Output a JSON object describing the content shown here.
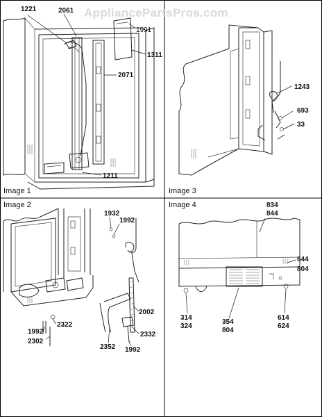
{
  "watermark": "AppliancePartsPros.com",
  "panels": [
    {
      "caption": "Image 1",
      "labels": [
        "1221",
        "2061",
        "1991",
        "1311",
        "2071",
        "1211"
      ]
    },
    {
      "caption": "Image 3",
      "labels": [
        "1243",
        "693",
        "33"
      ]
    },
    {
      "caption": "Image 2",
      "labels": [
        "1932",
        "1992",
        "2002",
        "2322",
        "1992",
        "2302",
        "2352",
        "2332",
        "1992"
      ]
    },
    {
      "caption": "Image 4",
      "labels": [
        "834",
        "844",
        "644",
        "804",
        "314",
        "324",
        "354",
        "804",
        "614",
        "624"
      ]
    }
  ],
  "colors": {
    "line": "#222222",
    "divider": "#000000",
    "watermark": "#d9d9d9"
  }
}
